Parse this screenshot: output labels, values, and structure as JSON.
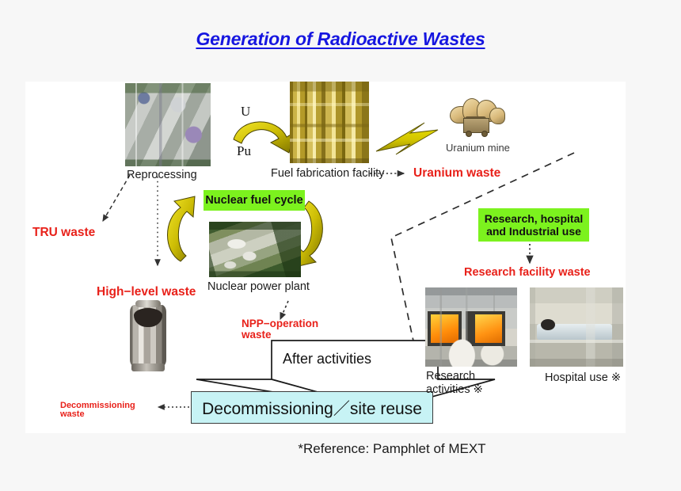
{
  "title": "Generation of Radioactive Wastes",
  "footer": "*Reference: Pamphlet of MEXT",
  "colors": {
    "title": "#1616e0",
    "waste_red": "#e8211a",
    "green_box": "#7cf21e",
    "cyan_box": "#c7f3f5",
    "arrow_yellow": "#d4c800",
    "background": "#f7f7f7",
    "panel": "#ffffff"
  },
  "nodes": {
    "reprocessing": {
      "label": "Reprocessing",
      "icon": "reprocessing-plant-photo"
    },
    "fuel_fabrication": {
      "label": "Fuel fabrication facility",
      "icon": "fuel-fabrication-photo"
    },
    "uranium_mine": {
      "label": "Uranium mine",
      "icon": "uranium-mine-clipart"
    },
    "nuclear_power_plant": {
      "label": "Nuclear power plant",
      "icon": "nuclear-power-plant-photo"
    },
    "nuclear_fuel_cycle": {
      "label": "Nuclear fuel cycle"
    },
    "research_hospital_industrial": {
      "label_line1": "Research, hospital",
      "label_line2": "and Industrial use"
    },
    "research_activities": {
      "label_line1": "Research",
      "label_line2": "activities ※",
      "icon": "research-lab-photo"
    },
    "hospital_use": {
      "label": "Hospital use ※",
      "icon": "hospital-room-photo"
    },
    "high_level_canister": {
      "icon": "waste-canister-photo"
    },
    "after_activities": {
      "label": "After activities"
    },
    "decommissioning_site_reuse": {
      "label": "Decommissioning／site  reuse"
    }
  },
  "wastes": {
    "tru": "TRU waste",
    "high_level": "High−level waste",
    "uranium": "Uranium waste",
    "research_facility": "Research facility waste",
    "npp_operation_line1": "NPP−operation",
    "npp_operation_line2": "waste",
    "decommissioning_line1": "Decommissioning",
    "decommissioning_line2": "waste"
  },
  "flow_labels": {
    "u": "U",
    "pu": "Pu"
  }
}
